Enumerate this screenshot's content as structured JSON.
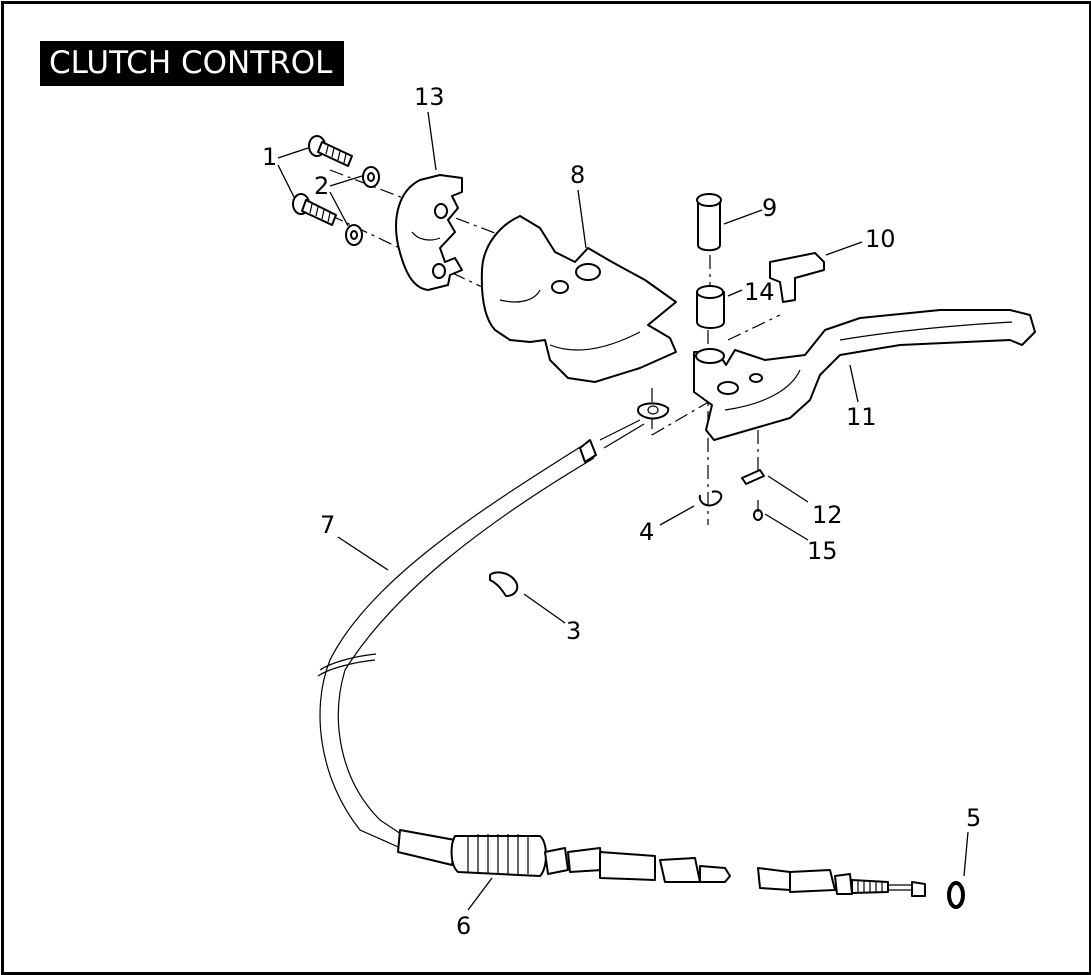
{
  "title": "CLUTCH CONTROL",
  "callouts": [
    {
      "id": "1",
      "label": "1"
    },
    {
      "id": "2",
      "label": "2"
    },
    {
      "id": "3",
      "label": "3"
    },
    {
      "id": "4",
      "label": "4"
    },
    {
      "id": "5",
      "label": "5"
    },
    {
      "id": "6",
      "label": "6"
    },
    {
      "id": "7",
      "label": "7"
    },
    {
      "id": "8",
      "label": "8"
    },
    {
      "id": "9",
      "label": "9"
    },
    {
      "id": "10",
      "label": "10"
    },
    {
      "id": "11",
      "label": "11"
    },
    {
      "id": "12",
      "label": "12"
    },
    {
      "id": "13",
      "label": "13"
    },
    {
      "id": "14",
      "label": "14"
    },
    {
      "id": "15",
      "label": "15"
    }
  ],
  "colors": {
    "ink": "#000000",
    "paper": "#ffffff"
  }
}
